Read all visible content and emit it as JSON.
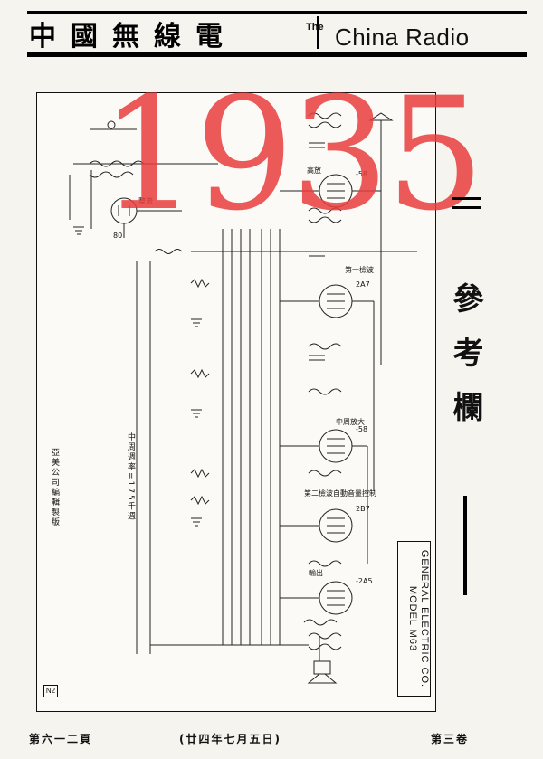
{
  "masthead": {
    "chinese_title": "中國無線電",
    "the": "The",
    "english_title": "China Radio"
  },
  "plate": {
    "model_line1": "GENERAL ELECTRIC CO.",
    "model_line2": "MODEL M63",
    "intermediate_frequency": "中周週率=175千週",
    "credit": "亞美公司編輯製版",
    "plate_mark": "N2",
    "tube_labels": [
      "-58",
      "2A7",
      "-58",
      "2B7",
      "-2A5",
      "80"
    ],
    "section_labels": [
      "高放",
      "第一檢波",
      "中周放大",
      "第二檢波自動音量控制",
      "輸出",
      "整流"
    ]
  },
  "overlay_year": "1935",
  "column_title": "參考欄",
  "footer": {
    "page": "第六一二頁",
    "date": "(廿四年七月五日)",
    "volume": "第三卷"
  }
}
